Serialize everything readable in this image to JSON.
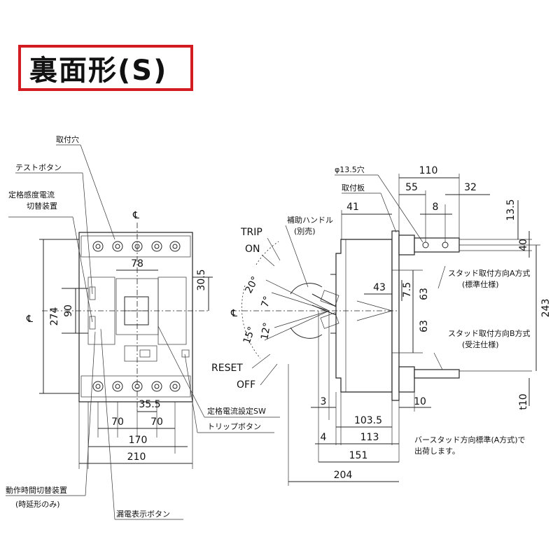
{
  "title": "裏面形(S)",
  "front_labels": {
    "mount_hole": "取付穴",
    "test_button": "テストボタン",
    "sensitivity_switch_1": "定格感度電流",
    "sensitivity_switch_2": "切替装置",
    "current_setting_sw": "定格電流設定SW",
    "trip_button": "トリップボタン",
    "time_switch_1": "動作時間切替装置",
    "time_switch_2": "(時延形のみ)",
    "leak_indicator": "漏電表示ボタン",
    "centerline_v": "℄",
    "centerline_h": "℄"
  },
  "front_dims": {
    "d78": "78",
    "d30_5": "30.5",
    "d274": "274",
    "d90": "90",
    "d35_5": "35.5",
    "d70a": "70",
    "d70b": "70",
    "d170": "170",
    "d210": "210"
  },
  "side_labels": {
    "trip": "TRIP",
    "on": "ON",
    "reset": "RESET",
    "off": "OFF",
    "aux_handle_1": "補助ハンドル",
    "aux_handle_2": "(別売)",
    "hole": "φ13.5穴",
    "mount_plate": "取付板",
    "stud_a_1": "スタッド取付方向A方式",
    "stud_a_2": "(標準仕様)",
    "stud_b_1": "スタッド取付方向B方式",
    "stud_b_2": "(受注仕様)",
    "note_1": "バースタッド方向標準(A方式)で",
    "note_2": "出荷します。",
    "centerline": "℄"
  },
  "side_angles": {
    "a20": "20°",
    "a7": "7°",
    "a12": "12°",
    "a15": "15°"
  },
  "side_dims": {
    "d110": "110",
    "d55": "55",
    "d32": "32",
    "d41": "41",
    "d8": "8",
    "d13_5": "13.5",
    "d40": "40",
    "d43": "43",
    "d7_5": "7.5",
    "d63a": "63",
    "d63b": "63",
    "d243": "243",
    "d3": "3",
    "d10": "10",
    "t10": "t10",
    "d103_5": "103.5",
    "d4": "4",
    "d113": "113",
    "d151": "151",
    "d204": "204"
  }
}
